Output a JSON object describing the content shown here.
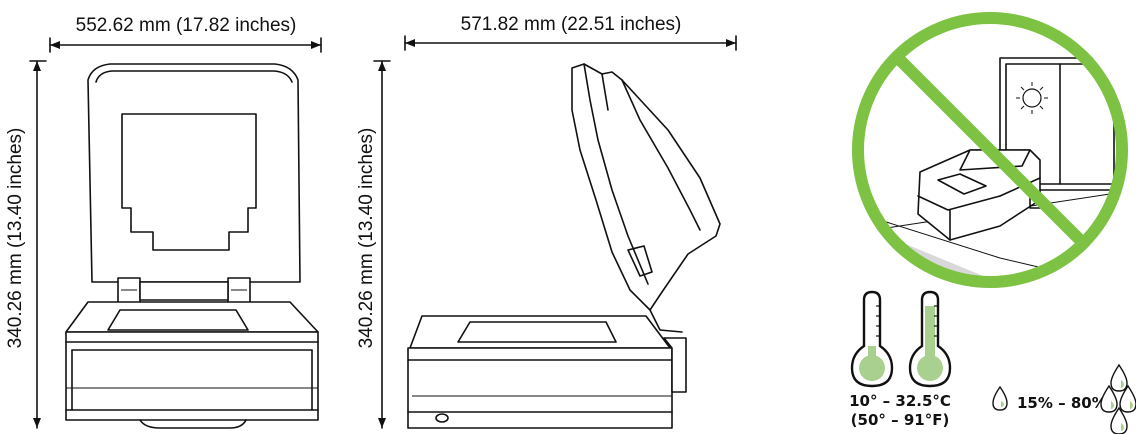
{
  "dimensions": {
    "front_width": "552.62 mm (17.82 inches)",
    "front_height": "340.26 mm (13.40 inches)",
    "side_depth": "571.82 mm (22.51 inches)",
    "side_height": "340.26 mm (13.40 inches)"
  },
  "environment": {
    "temperature_celsius": "10° – 32.5°C",
    "temperature_fahrenheit": "(50° – 91°F)",
    "humidity": "15% – 80%"
  },
  "colors": {
    "prohibition_ring": "#7dc242",
    "thermo_fill": "#a9d08e",
    "floor_shadow": "#d8d8d8"
  },
  "icons": [
    "no-direct-sunlight-icon",
    "thermometer-low-icon",
    "thermometer-high-icon",
    "water-drop-icon"
  ]
}
